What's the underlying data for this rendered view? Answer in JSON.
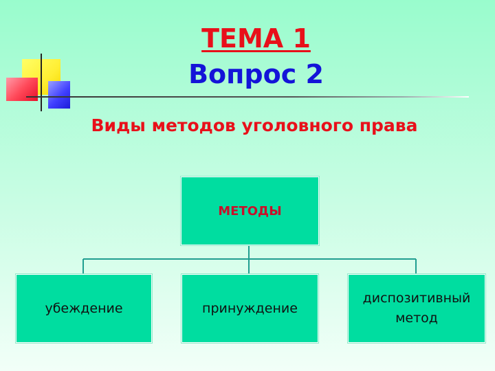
{
  "slide": {
    "title": "ТЕМА 1",
    "subtitle": "Вопрос 2",
    "heading": "Виды методов уголовного права"
  },
  "diagram": {
    "root": "МЕТОДЫ",
    "children": [
      "убеждение",
      "принуждение",
      "диспозитивный\nметод"
    ]
  },
  "colors": {
    "box_fill": "#00dda0",
    "title_red": "#e8101a",
    "subtitle_blue": "#1414d8",
    "connector": "#1f9e90"
  }
}
